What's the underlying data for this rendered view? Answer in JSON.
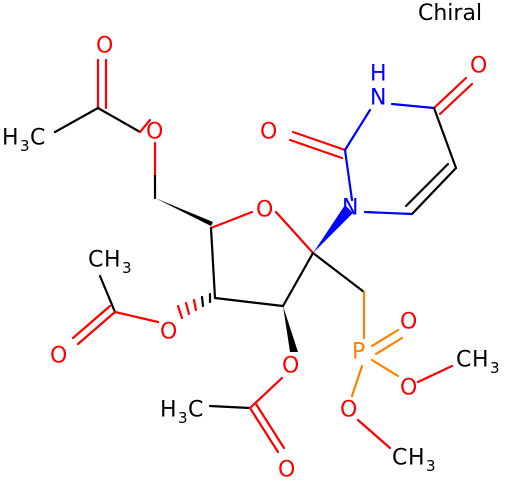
{
  "figure": {
    "chiral_label": "Chiral"
  },
  "atoms": {
    "o_left_carbonyl": "O",
    "h3c_left": "H",
    "h3c_left_sub": "3",
    "h3c_left_c": "C",
    "o_left_ester": "O",
    "o_ring": "O",
    "nh_n": "N",
    "nh_h": "H",
    "o_top_right": "O",
    "o_uracil_c2": "O",
    "n1": "N",
    "ch3_mid_c": "C",
    "ch3_mid_h": "H",
    "ch3_mid_sub": "3",
    "o_mid_carbonyl": "O",
    "o_mid_ester": "O",
    "o_bottom_ester": "O",
    "h3c_bottom": "H",
    "h3c_bottom_sub": "3",
    "h3c_bottom_c": "C",
    "o_bottom_carbonyl": "O",
    "p": "P",
    "o_p_double": "O",
    "o_p_ome1": "O",
    "ch3_p1_c": "C",
    "ch3_p1_h": "H",
    "ch3_p1_sub": "3",
    "o_p_ome2": "O",
    "ch3_p2_c": "C",
    "ch3_p2_h": "H",
    "ch3_p2_sub": "3"
  },
  "colors": {
    "carbon": "#000000",
    "oxygen": "#ff0000",
    "nitrogen": "#0000ff",
    "phosphorus": "#ff8000"
  }
}
